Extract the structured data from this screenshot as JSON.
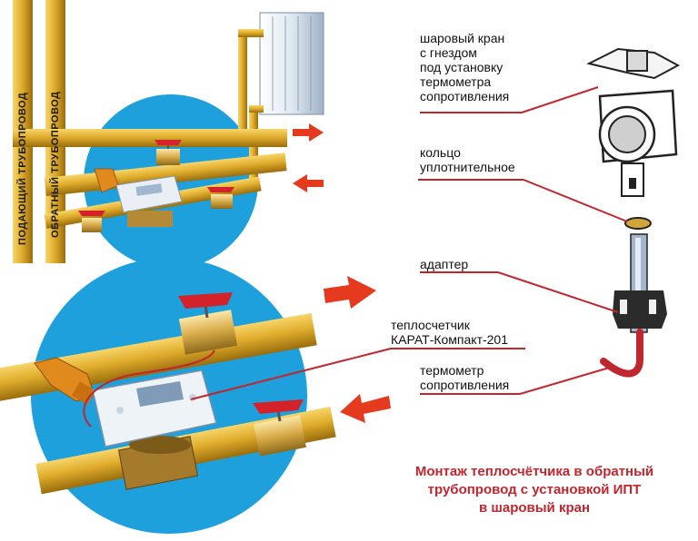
{
  "labels": {
    "ball_valve": [
      "шаровый кран",
      "с гнездом",
      "под установку",
      "термометра",
      "сопротивления"
    ],
    "seal_ring": [
      "кольцо",
      "уплотнительное"
    ],
    "adapter": [
      "адаптер"
    ],
    "heat_meter": [
      "теплосчетчик",
      "КАРАТ-Компакт-201"
    ],
    "resistance_thermometer": [
      "термометр",
      "сопротивления"
    ]
  },
  "pipe_labels": {
    "supply": "ПОДАЮЩИЙ ТРУБОПРОВОД",
    "return": "ОБРАТНЫЙ ТРУБОПРОВОД"
  },
  "caption": [
    "Монтаж теплосчётчика в обратный",
    "трубопровод с установкой ИПТ",
    "в шаровый кран"
  ],
  "colors": {
    "pipe": "#d9a520",
    "pipe_dark": "#a87a10",
    "circle": "#1ea0dc",
    "arrow": "#e63a1f",
    "valve_handle": "#d3222a",
    "leader": "#c0262d",
    "caption": "#c0262d"
  }
}
